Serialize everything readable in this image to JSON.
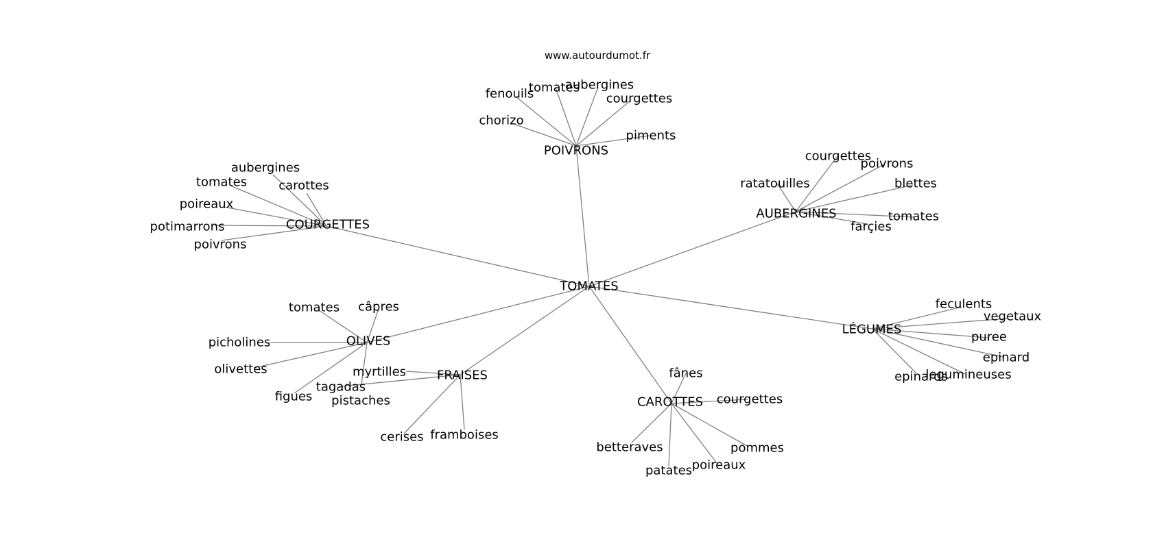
{
  "source": "www.autourdumot.fr",
  "colors": {
    "edge": "#808080",
    "text": "#000000",
    "background": "#ffffff"
  },
  "root": "TOMATES",
  "groups": [
    {
      "id": "poivrons",
      "label": "POIVRONS",
      "words": [
        "chorizo",
        "fenouils",
        "tomates",
        "aubergines",
        "courgettes",
        "piments"
      ]
    },
    {
      "id": "courgettes",
      "label": "COURGETTES",
      "words": [
        "aubergines",
        "tomates",
        "carottes",
        "poireaux",
        "potimarrons",
        "poivrons"
      ]
    },
    {
      "id": "aubergines",
      "label": "AUBERGINES",
      "words": [
        "courgettes",
        "poivrons",
        "ratatouilles",
        "blettes",
        "tomates",
        "farçies"
      ]
    },
    {
      "id": "olives",
      "label": "OLIVES",
      "words": [
        "tomates",
        "câpres",
        "picholines",
        "olivettes",
        "figues",
        "pistaches"
      ]
    },
    {
      "id": "fraises",
      "label": "FRAISES",
      "words": [
        "myrtilles",
        "tagadas",
        "cerises",
        "framboises"
      ]
    },
    {
      "id": "carottes",
      "label": "CAROTTES",
      "words": [
        "fânes",
        "courgettes",
        "betteraves",
        "pommes",
        "patates",
        "poireaux"
      ]
    },
    {
      "id": "legumes",
      "label": "LÉGUMES",
      "words": [
        "feculents",
        "vegetaux",
        "puree",
        "epinard",
        "epinards",
        "legumineuses"
      ]
    }
  ]
}
